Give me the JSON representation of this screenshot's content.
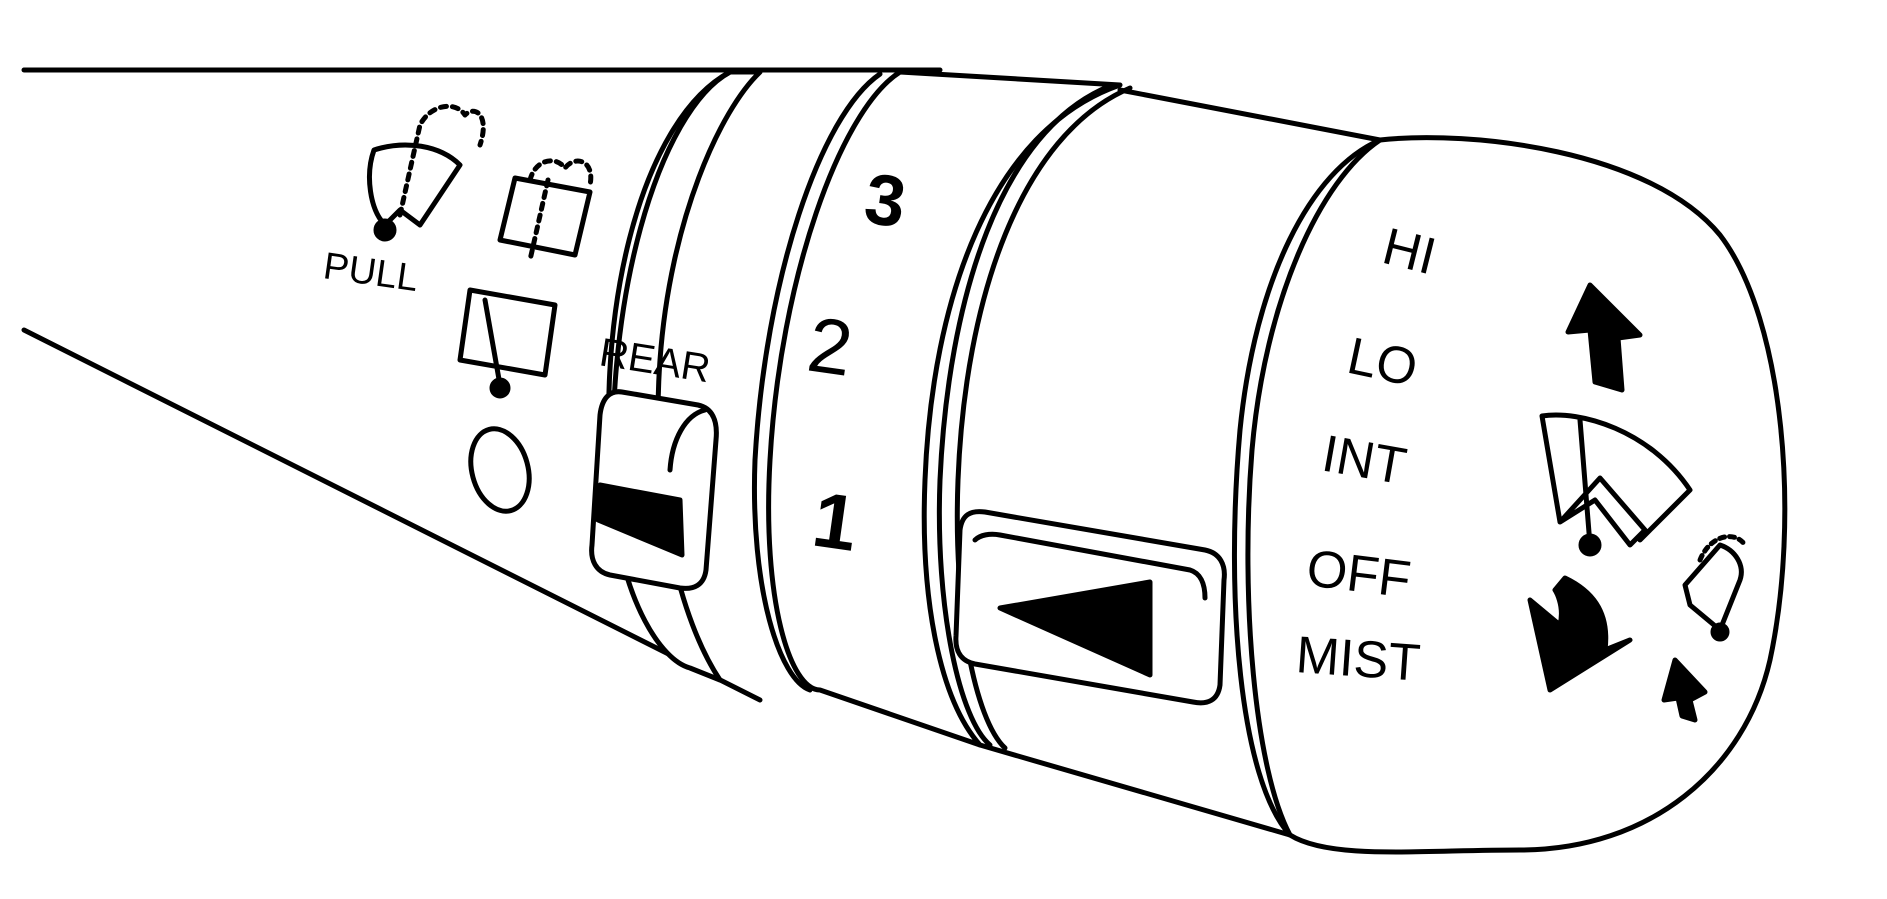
{
  "labels": {
    "pull": "PULL",
    "rear": "REAR",
    "speed_3": "3",
    "speed_2": "2",
    "speed_1": "1",
    "hi": "HI",
    "lo": "LO",
    "int": "INT",
    "off": "OFF",
    "mist": "MIST"
  },
  "colors": {
    "stroke": "#000000",
    "fill": "#ffffff"
  },
  "icons": {
    "pull_wash_icon": "front-washer-wiper-icon",
    "rear_wash_icon": "rear-washer-wiper-icon",
    "rear_wiper_icon": "rear-wiper-icon",
    "rear_off_icon": "circle-off-icon",
    "front_wiper_icon": "front-wiper-icon",
    "mist_icon": "mist-wiper-icon"
  }
}
